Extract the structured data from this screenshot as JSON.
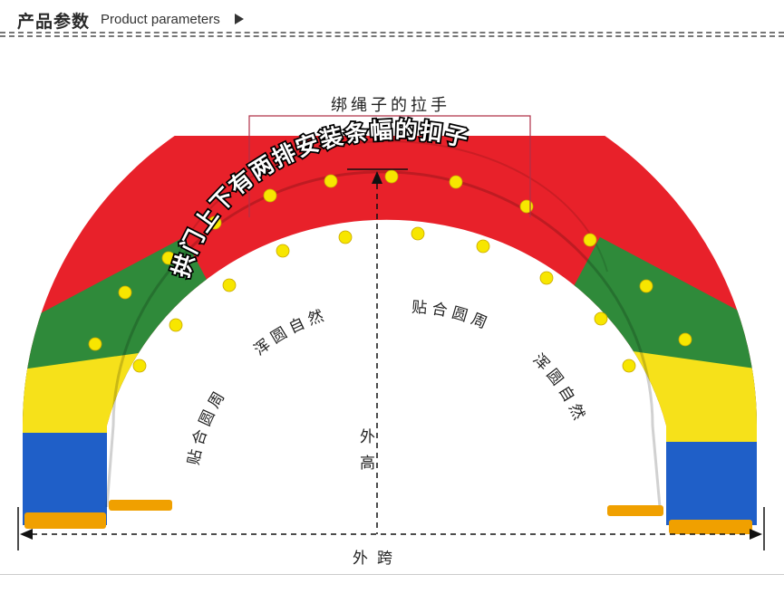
{
  "header": {
    "title_cn": "产品参数",
    "title_en": "Product parameters"
  },
  "labels": {
    "rope_handle": "绑绳子的拉手",
    "banner_buttons": "拱门上下有两排安装条幅的扣子",
    "inner_left_1": "贴合圆周",
    "inner_left_2": "浑圆自然",
    "inner_right_1": "贴合圆周",
    "inner_right_2": "浑圆自然",
    "height": "外高",
    "span": "外跨"
  },
  "colors": {
    "red": "#e8212a",
    "green": "#2f8a3a",
    "yellow": "#f6e11a",
    "blue": "#1f5fc8",
    "dot": "#f7e600",
    "orange_base": "#f0a000",
    "bracket": "#b03048"
  }
}
